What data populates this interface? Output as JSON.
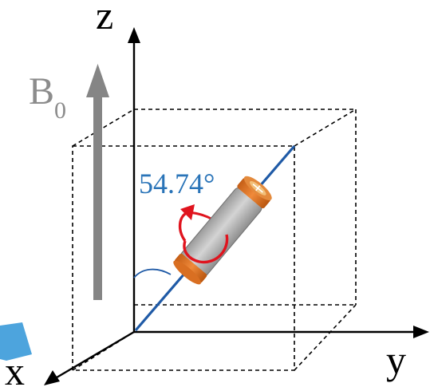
{
  "axes": {
    "z_label": "z",
    "y_label": "y",
    "x_label": "x"
  },
  "field": {
    "symbol": "B",
    "subscript": "0"
  },
  "angle_label": "54.74°",
  "colors": {
    "axis": "#000000",
    "field_arrow": "#858585",
    "field_text": "#8c8c8c",
    "magic_angle_axis": "#1f5aa6",
    "angle_text": "#2a74b8",
    "rotation_arrow": "#e0141e",
    "rotor_body": "#b9b9b9",
    "rotor_cap": "#e07b2f",
    "edge_marker": "#3a9ad9"
  },
  "icons": {
    "rotation": "rotation-arrow-icon",
    "rotor": "rotor-icon"
  }
}
